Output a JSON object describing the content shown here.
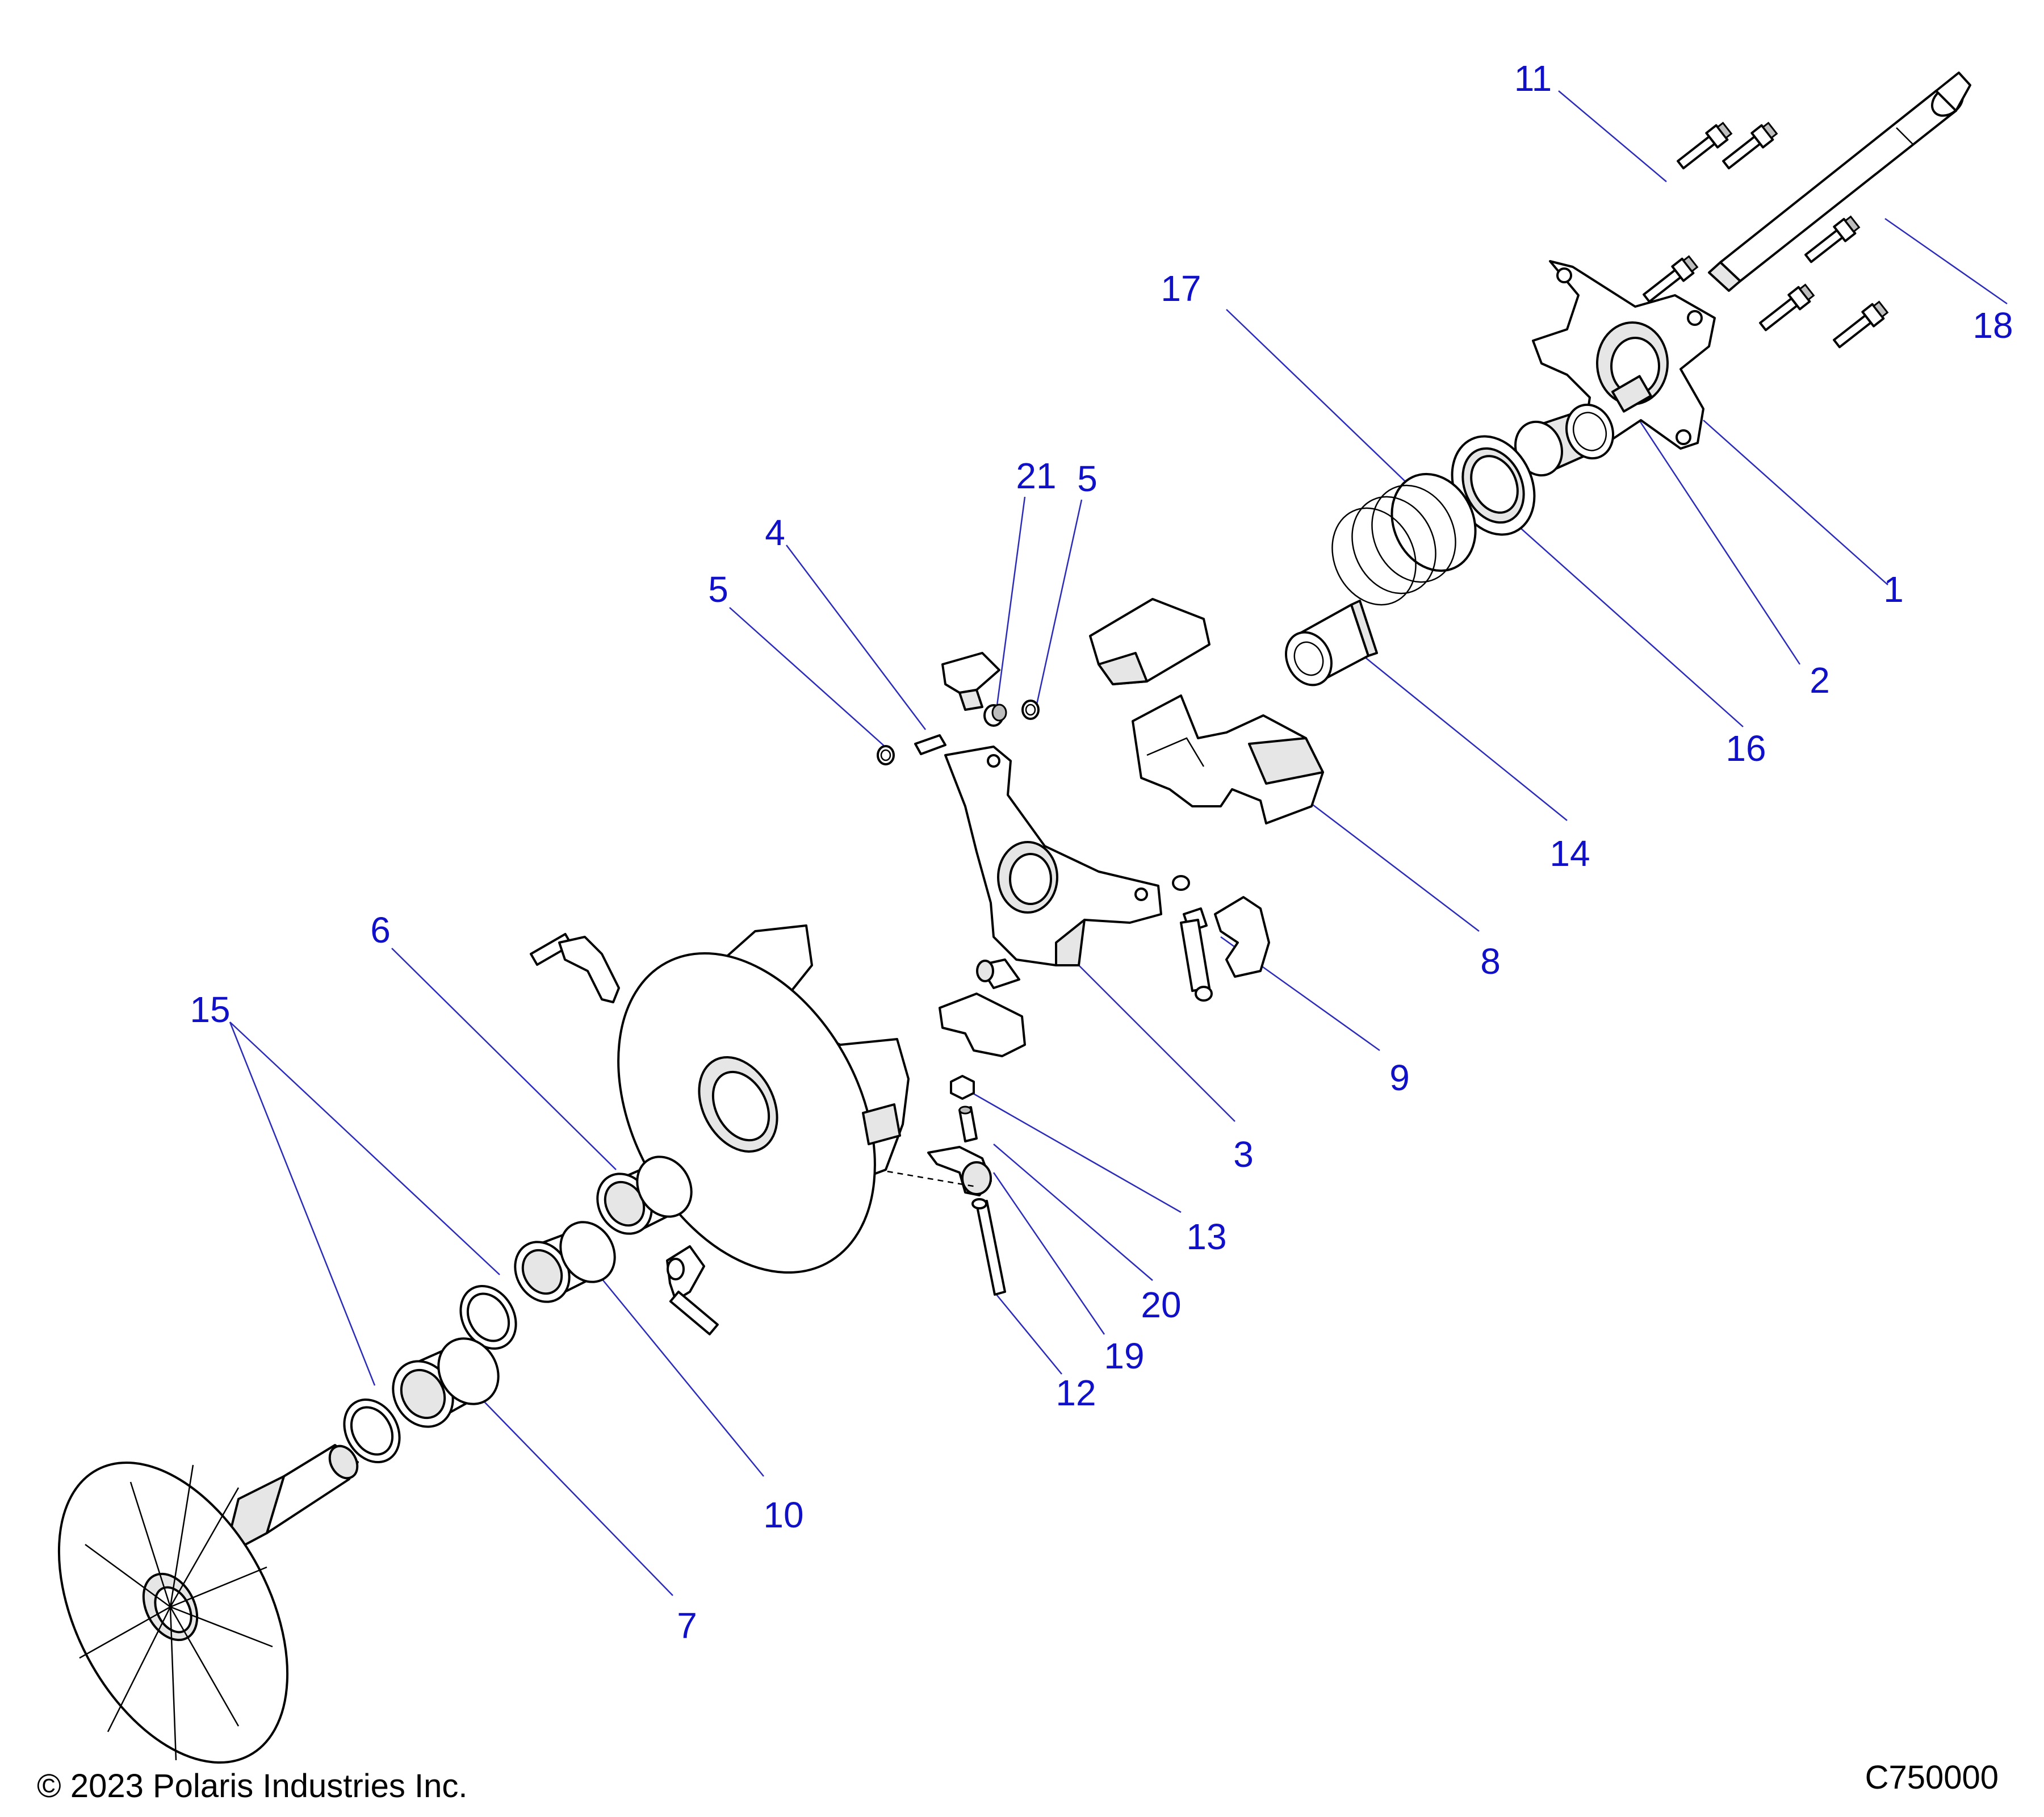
{
  "diagram": {
    "callouts": [
      {
        "id": "c1",
        "text": "1"
      },
      {
        "id": "c2",
        "text": "2"
      },
      {
        "id": "c3",
        "text": "3"
      },
      {
        "id": "c4",
        "text": "4"
      },
      {
        "id": "c5a",
        "text": "5"
      },
      {
        "id": "c5b",
        "text": "5"
      },
      {
        "id": "c6",
        "text": "6"
      },
      {
        "id": "c7",
        "text": "7"
      },
      {
        "id": "c8",
        "text": "8"
      },
      {
        "id": "c9",
        "text": "9"
      },
      {
        "id": "c10",
        "text": "10"
      },
      {
        "id": "c11",
        "text": "11"
      },
      {
        "id": "c12",
        "text": "12"
      },
      {
        "id": "c13",
        "text": "13"
      },
      {
        "id": "c14",
        "text": "14"
      },
      {
        "id": "c15",
        "text": "15"
      },
      {
        "id": "c16",
        "text": "16"
      },
      {
        "id": "c17",
        "text": "17"
      },
      {
        "id": "c18",
        "text": "18"
      },
      {
        "id": "c19",
        "text": "19"
      },
      {
        "id": "c20",
        "text": "20"
      },
      {
        "id": "c21",
        "text": "21"
      }
    ],
    "colors": {
      "callout": "#1010c8",
      "leader": "#2b2bb8",
      "line": "#000000"
    }
  },
  "footer": {
    "copyright": "© 2023 Polaris Industries Inc.",
    "figure_id": "C750000"
  }
}
